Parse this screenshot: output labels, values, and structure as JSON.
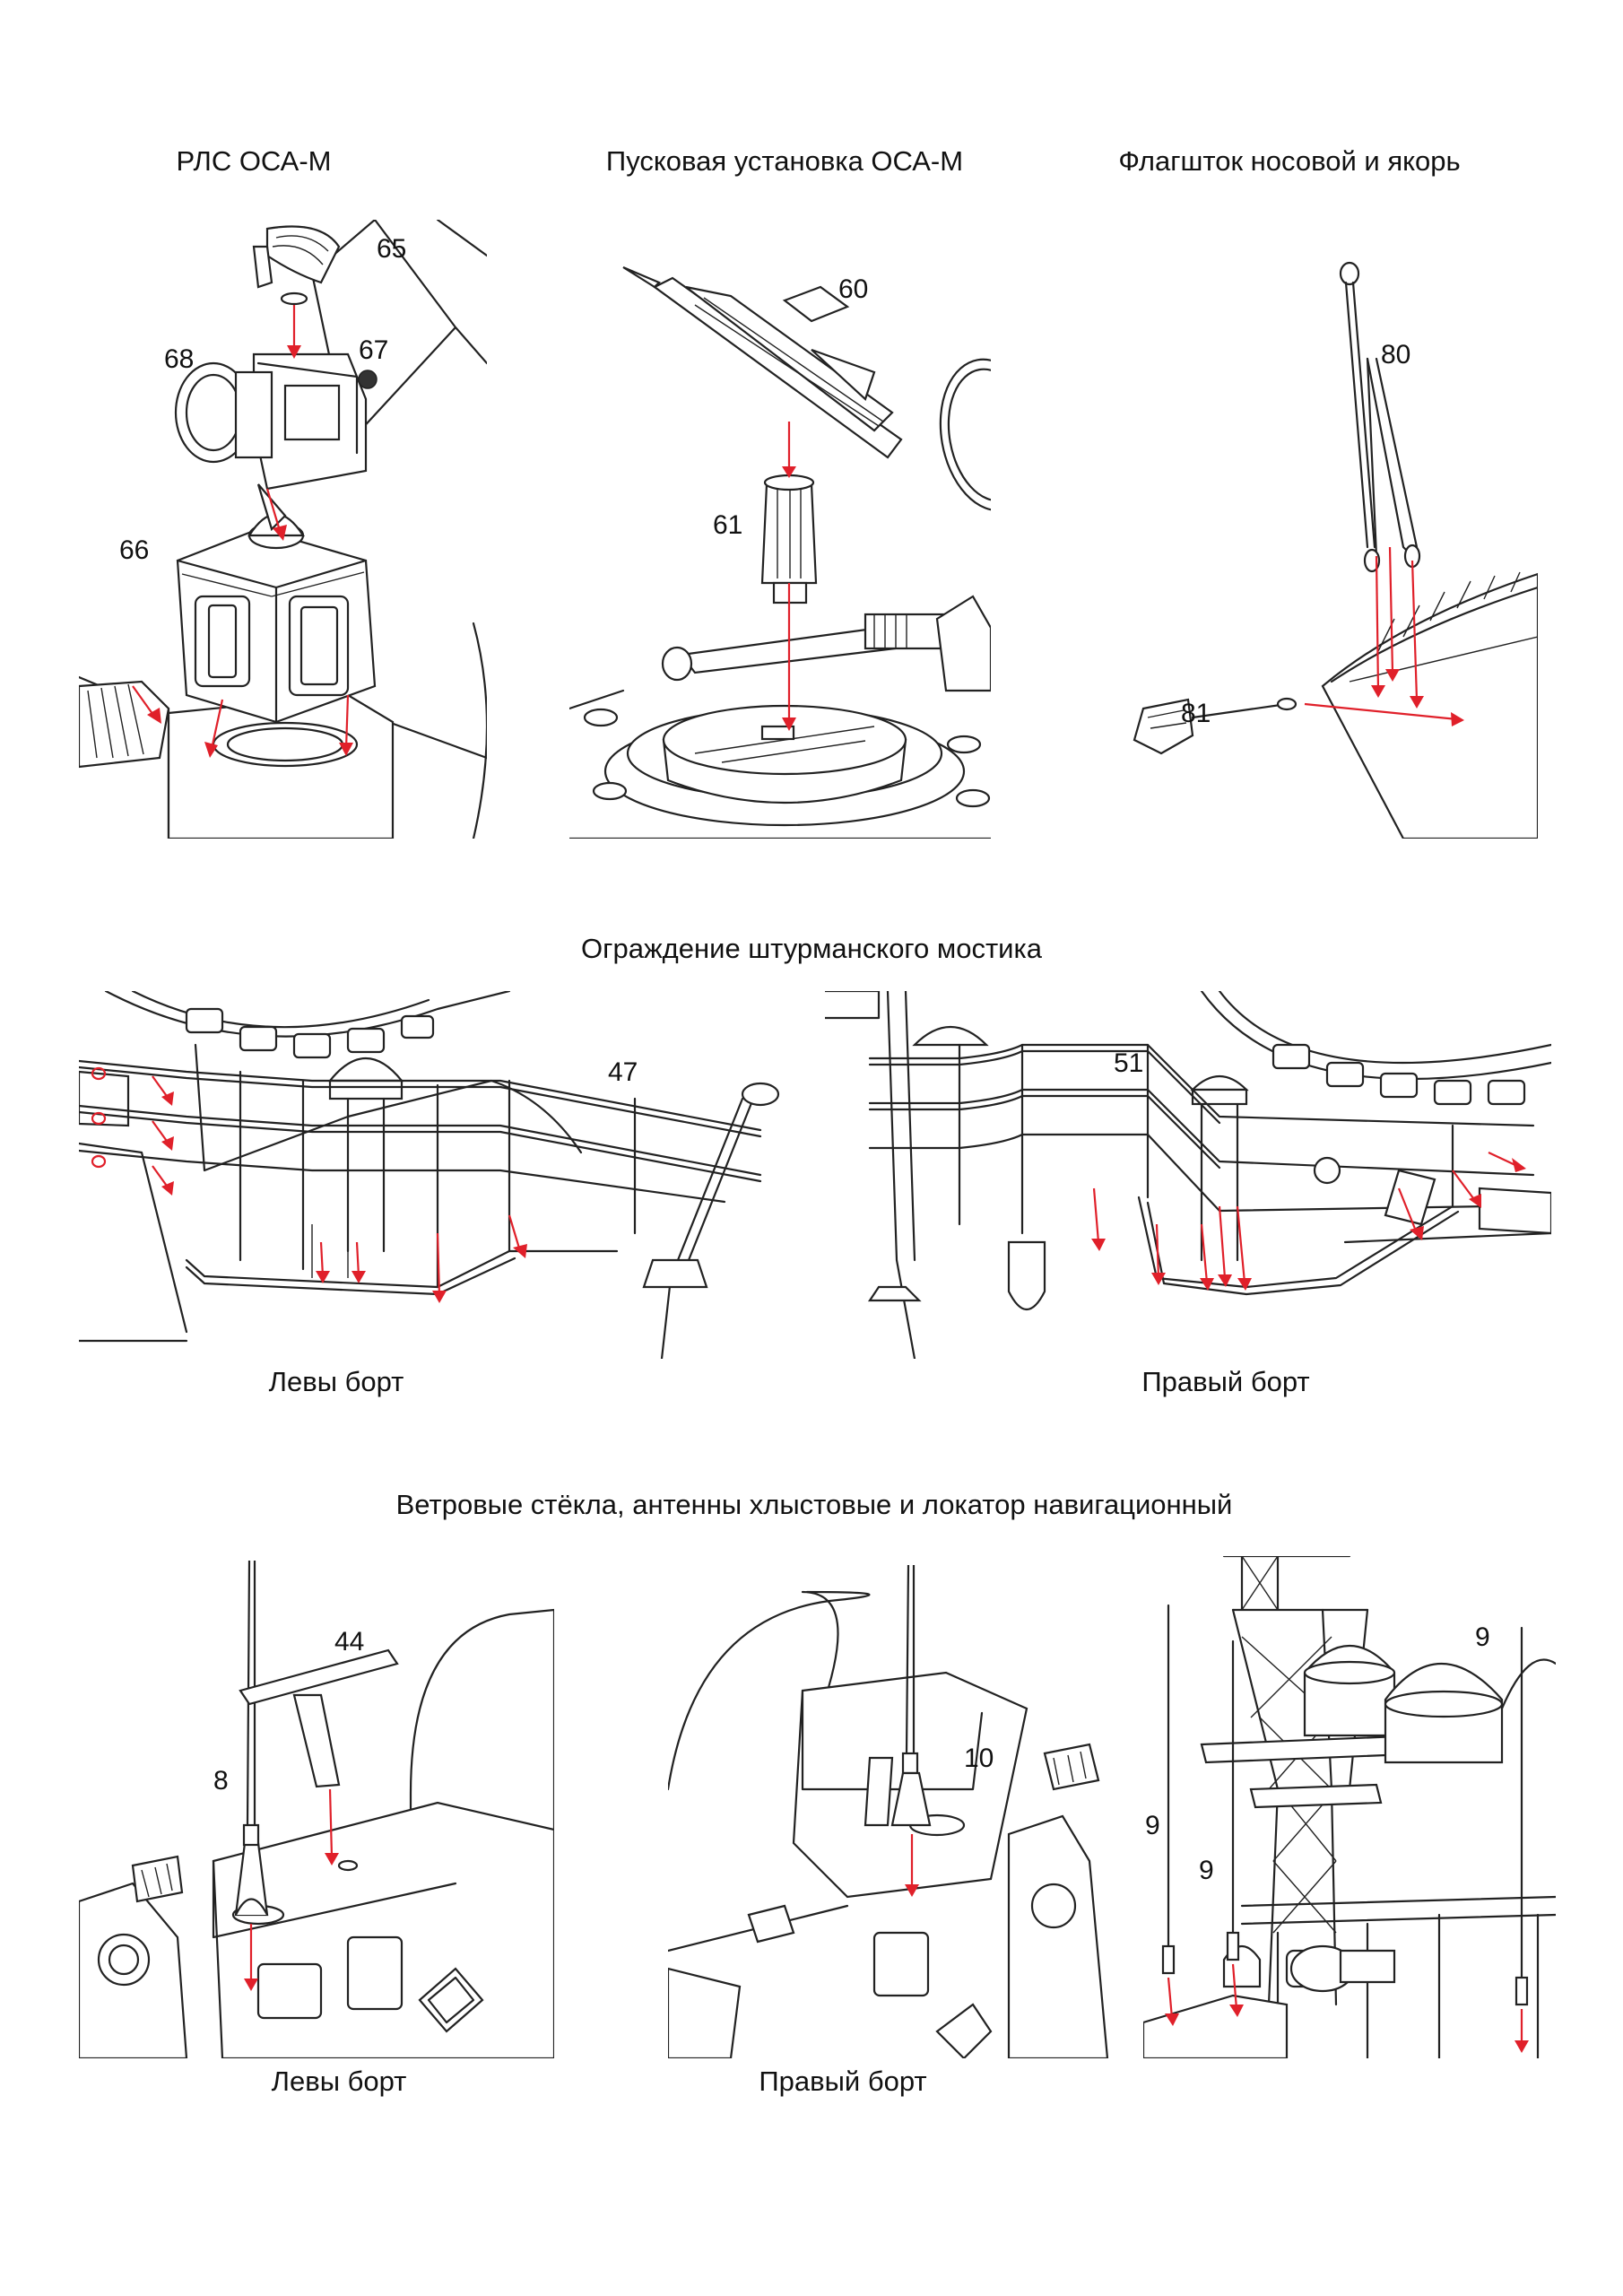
{
  "captions": {
    "rls_osa": "РЛС ОСА-М",
    "launcher_osa": "Пусковая установка ОСА-М",
    "flagstaff_anchor": "Флагшток носовой и якорь",
    "bridge_railing": "Ограждение штурманского мостика",
    "bridge_left": "Левы борт",
    "bridge_right": "Правый борт",
    "windshields_section": "Ветровые стёкла, антенны хлыстовые и локатор навигационный",
    "wind_left": "Левы борт",
    "wind_right": "Правый борт"
  },
  "part_numbers": {
    "p65": "65",
    "p68": "68",
    "p67": "67",
    "p66": "66",
    "p60": "60",
    "p61": "61",
    "p80": "80",
    "p81": "81",
    "p47": "47",
    "p51": "51",
    "p44": "44",
    "p8": "8",
    "p10": "10",
    "p9a": "9",
    "p9b": "9",
    "p9c": "9"
  },
  "colors": {
    "arrow": "#e0202a",
    "line": "#222222",
    "paper": "#ffffff"
  }
}
